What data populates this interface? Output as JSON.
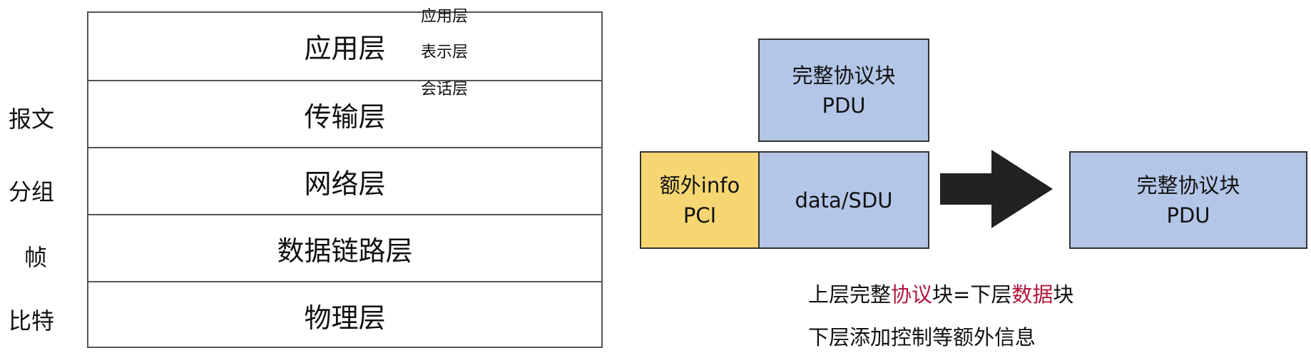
{
  "osi_stack": {
    "layers": [
      "应用层",
      "传输层",
      "网络层",
      "数据链路层",
      "物理层"
    ],
    "upper_sublayers": [
      "应用层",
      "表示层",
      "会话层"
    ]
  },
  "pdu_names": [
    "报文",
    "分组",
    "帧",
    "比特"
  ],
  "encapsulation": {
    "upper_pdu": {
      "line1": "完整协议块",
      "line2": "PDU"
    },
    "pci_box": {
      "line1": "额外info",
      "line2": "PCI"
    },
    "sdu_box": "data/SDU",
    "result_pdu": {
      "line1": "完整协议块",
      "line2": "PDU"
    },
    "arrow_icon": "right-arrow-icon"
  },
  "notes": {
    "line1": {
      "a": "上层完整",
      "b": "协议",
      "c": "块",
      "d": "=",
      "e": "下层",
      "f": "数据",
      "g": "块"
    },
    "line2": "下层添加控制等额外信息"
  },
  "colors": {
    "pdu_blue": "#b4c6e7",
    "pci_yellow": "#f6d673",
    "accent": "#b0183c"
  }
}
